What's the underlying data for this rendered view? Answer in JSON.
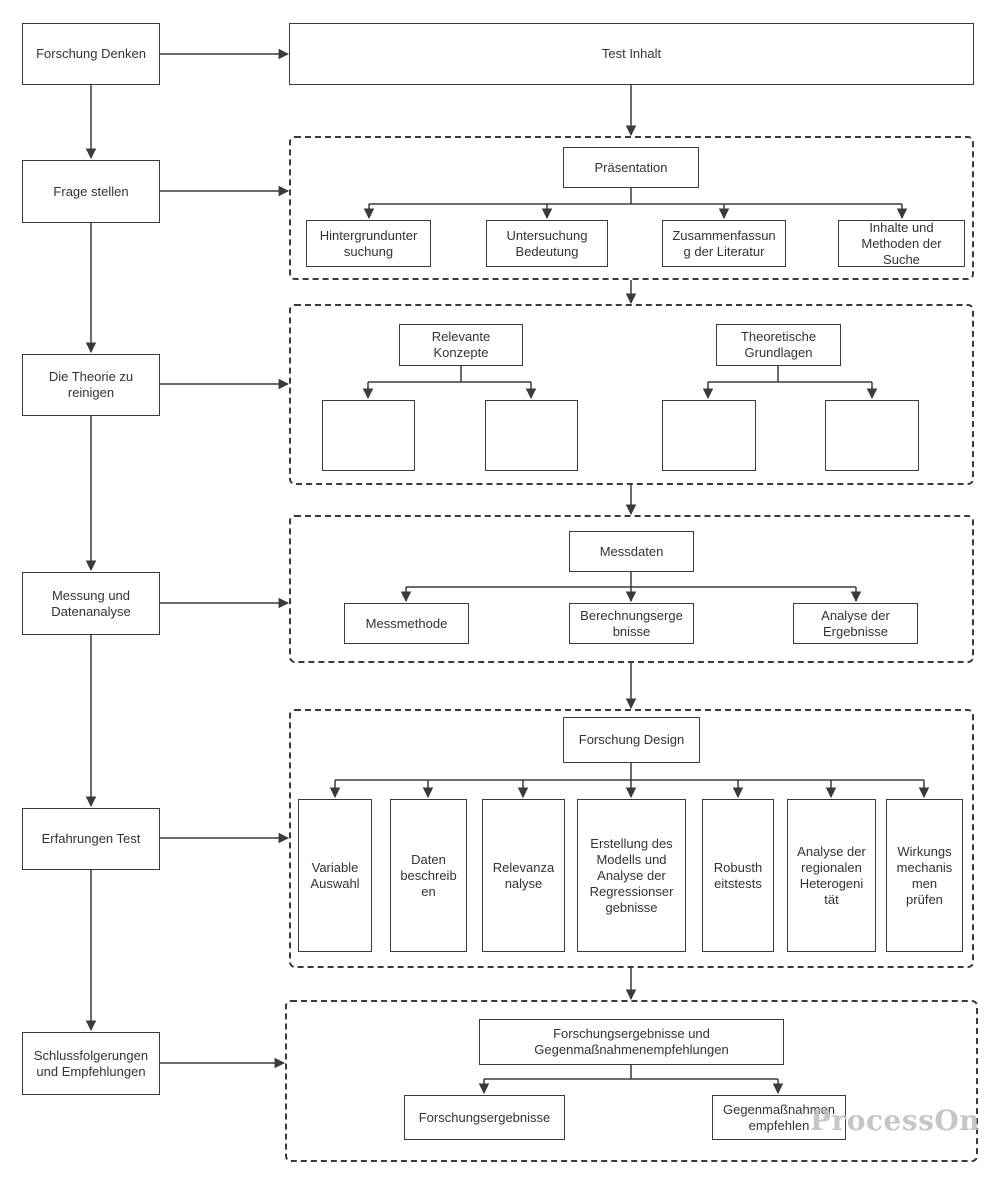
{
  "left_steps": {
    "s1": "Forschung Denken",
    "s2": "Frage stellen",
    "s3": "Die Theorie zu\nreinigen",
    "s4": "Messung und\nDatenanalyse",
    "s5": "Erfahrungen Test",
    "s6": "Schlussfolgerungen\nund Empfehlungen"
  },
  "test_content": "Test Inhalt",
  "presentation": {
    "title": "Präsentation",
    "items": [
      "Hintergrundunter\nsuchung",
      "Untersuchung\nBedeutung",
      "Zusammenfassun\ng der Literatur",
      "Inhalte und\nMethoden der\nSuche"
    ]
  },
  "theory": {
    "concepts": "Relevante\nKonzepte",
    "foundations": "Theoretische\nGrundlagen"
  },
  "measurement": {
    "title": "Messdaten",
    "items": [
      "Messmethode",
      "Berechnungserge\nbnisse",
      "Analyse der\nErgebnisse"
    ]
  },
  "design": {
    "title": "Forschung Design",
    "items": [
      "Variable\nAuswahl",
      "Daten\nbeschreib\nen",
      "Relevanza\nnalyse",
      "Erstellung des\nModells und\nAnalyse der\nRegressionser\ngebnisse",
      "Robusth\neitstests",
      "Analyse der\nregionalen\nHeterogeni\ntät",
      "Wirkungs\nmechanis\nmen\nprüfen"
    ]
  },
  "conclusion": {
    "title": "Forschungsergebnisse und\nGegenmaßnahmenempfehlungen",
    "items": [
      "Forschungsergebnisse",
      "Gegenmaßnahmen\nempfehlen"
    ]
  },
  "watermark": "ProcessOn",
  "colors": {
    "line": "#3a3a3a",
    "text": "#333333",
    "watermark": "#bdbdbd"
  }
}
